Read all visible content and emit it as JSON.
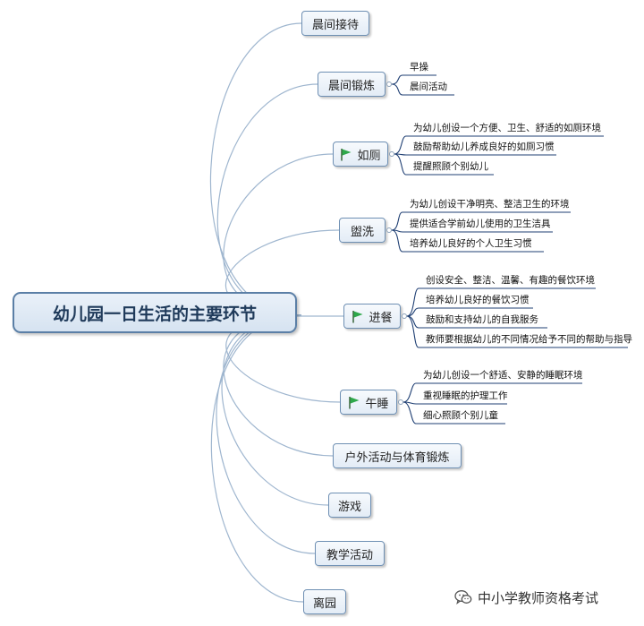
{
  "root": {
    "label": "幼儿园一日生活的主要环节"
  },
  "branches": [
    {
      "label": "晨间接待",
      "flag": false,
      "leaves": []
    },
    {
      "label": "晨间锻炼",
      "flag": false,
      "leaves": [
        "早操",
        "晨间活动"
      ]
    },
    {
      "label": "如厕",
      "flag": true,
      "leaves": [
        "为幼儿创设一个方便、卫生、舒适的如厕环境",
        "鼓励帮助幼儿养成良好的如厕习惯",
        "提醒照顾个别幼儿"
      ]
    },
    {
      "label": "盥洗",
      "flag": false,
      "leaves": [
        "为幼儿创设干净明亮、整洁卫生的环境",
        "提供适合学前幼儿使用的卫生洁具",
        "培养幼儿良好的个人卫生习惯"
      ]
    },
    {
      "label": "进餐",
      "flag": true,
      "leaves": [
        "创设安全、整洁、温馨、有趣的餐饮环境",
        "培养幼儿良好的餐饮习惯",
        "鼓励和支持幼儿的自我服务",
        "教师要根据幼儿的不同情况给予不同的帮助与指导"
      ]
    },
    {
      "label": "午睡",
      "flag": true,
      "leaves": [
        "为幼儿创设一个舒适、安静的睡眠环境",
        "重视睡眠的护理工作",
        "细心照顾个别儿童"
      ]
    },
    {
      "label": "户外活动与体育锻炼",
      "flag": false,
      "leaves": []
    },
    {
      "label": "游戏",
      "flag": false,
      "leaves": []
    },
    {
      "label": "教学活动",
      "flag": false,
      "leaves": []
    },
    {
      "label": "离园",
      "flag": false,
      "leaves": []
    }
  ],
  "watermark": {
    "text": "中小学教师资格考试",
    "icon": "wechat-icon"
  },
  "colors": {
    "branch_line": "#9fb6cf",
    "leaf_line": "#1f3f73",
    "flag": "#2ea84a",
    "root_border": "#5b7fa6"
  }
}
